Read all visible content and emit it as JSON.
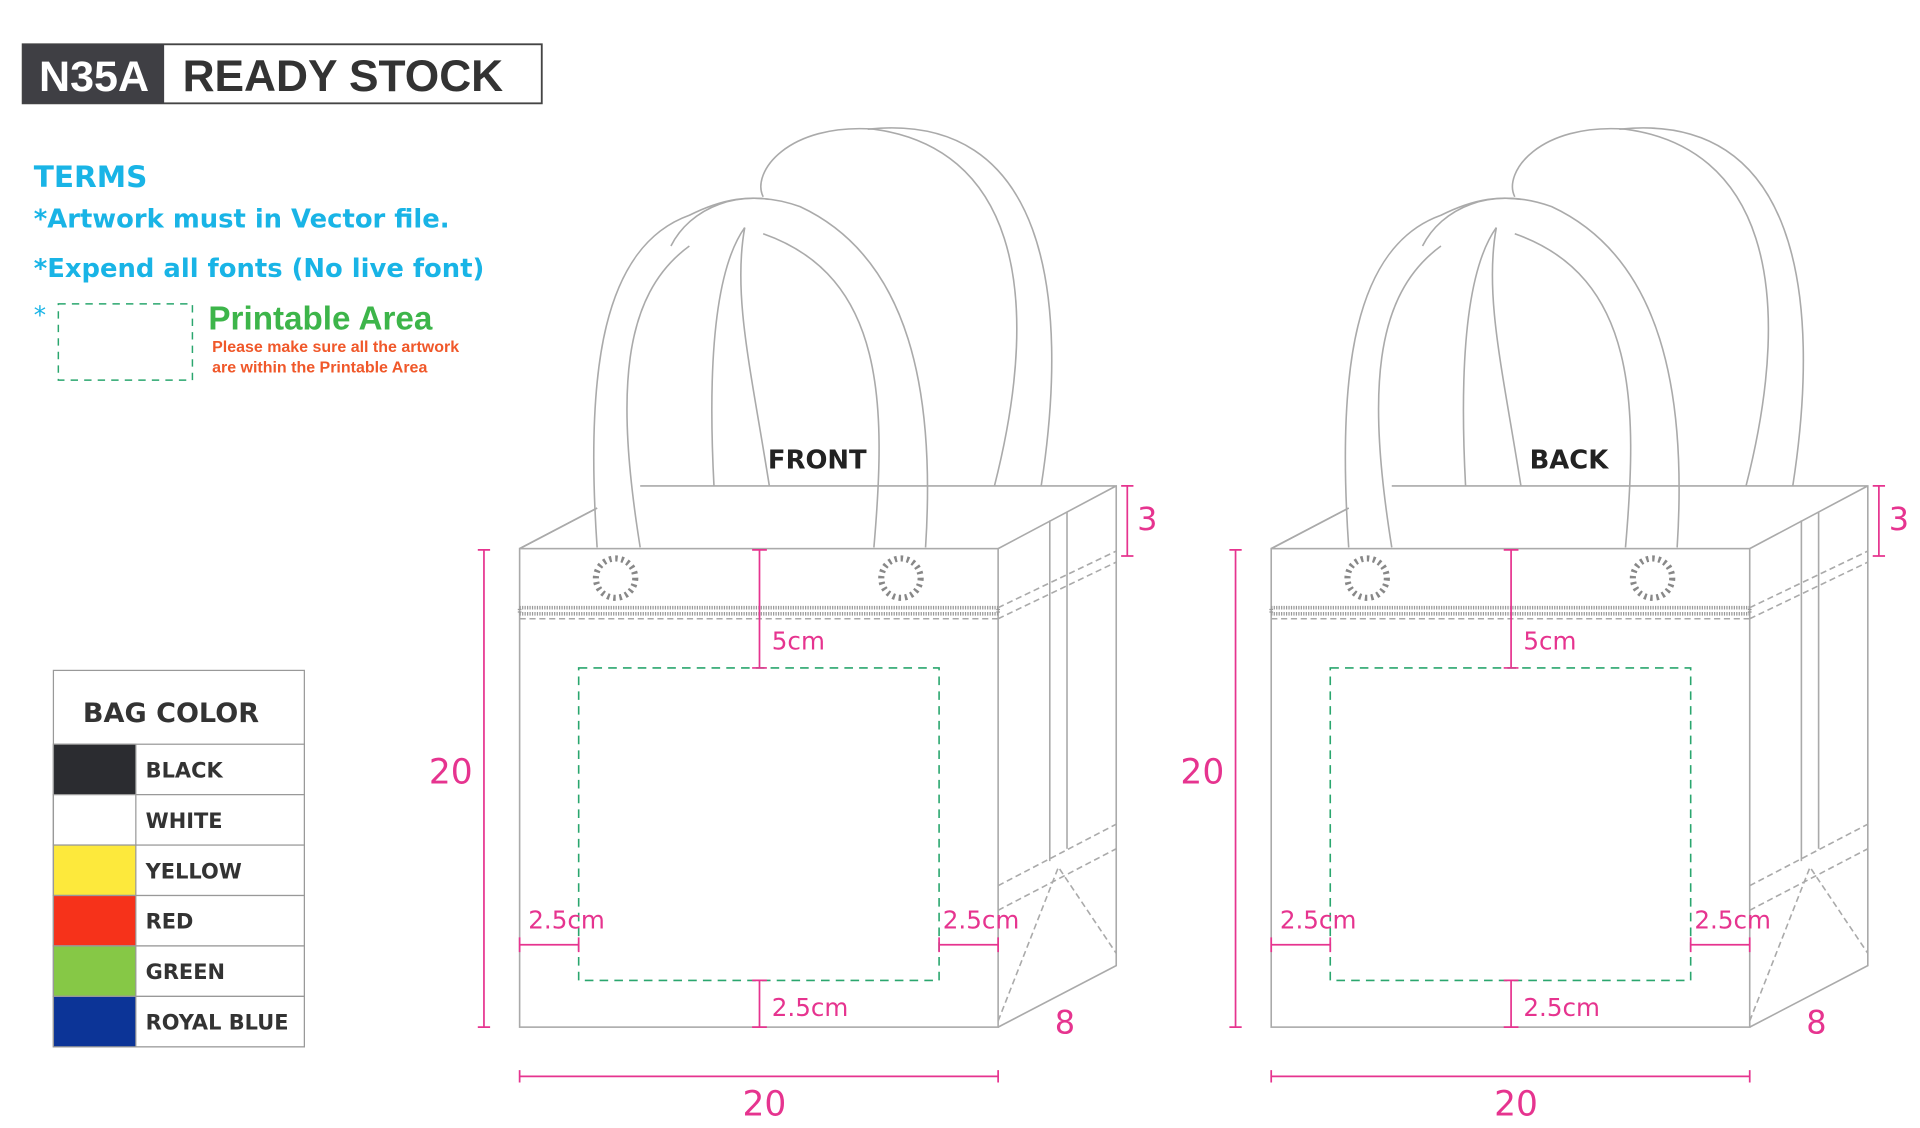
{
  "header": {
    "code": "N35A",
    "title": "READY STOCK"
  },
  "terms": {
    "heading": "TERMS",
    "items": [
      "*Artwork must in Vector file.",
      "*Expend all fonts (No live font)"
    ],
    "printable_bullet": "*",
    "printable_title": "Printable Area",
    "printable_note_1": "Please make sure all the artwork",
    "printable_note_2": "are within the Printable Area"
  },
  "bag_color": {
    "heading": "BAG COLOR",
    "colors": [
      {
        "name": "BLACK",
        "hex": "#2b2c30"
      },
      {
        "name": "WHITE",
        "hex": "#ffffff"
      },
      {
        "name": "YELLOW",
        "hex": "#fde93c"
      },
      {
        "name": "RED",
        "hex": "#f6321a"
      },
      {
        "name": "GREEN",
        "hex": "#86c846"
      },
      {
        "name": "ROYAL BLUE",
        "hex": "#0c3497"
      }
    ]
  },
  "bags": [
    {
      "label": "FRONT",
      "height": "20",
      "width": "20",
      "depth": "8",
      "gusset_top": "3",
      "top_margin": "5cm",
      "left_margin": "2.5cm",
      "right_margin": "2.5cm",
      "bottom_margin": "2.5cm"
    },
    {
      "label": "BACK",
      "height": "20",
      "width": "20",
      "depth": "8",
      "gusset_top": "3",
      "top_margin": "5cm",
      "left_margin": "2.5cm",
      "right_margin": "2.5cm",
      "bottom_margin": "2.5cm"
    }
  ],
  "colors": {
    "accent_blue": "#19b4e6",
    "green": "#3db54a",
    "orange": "#f0582a",
    "pink": "#e6348f",
    "dashed_green": "#2aa66e"
  }
}
